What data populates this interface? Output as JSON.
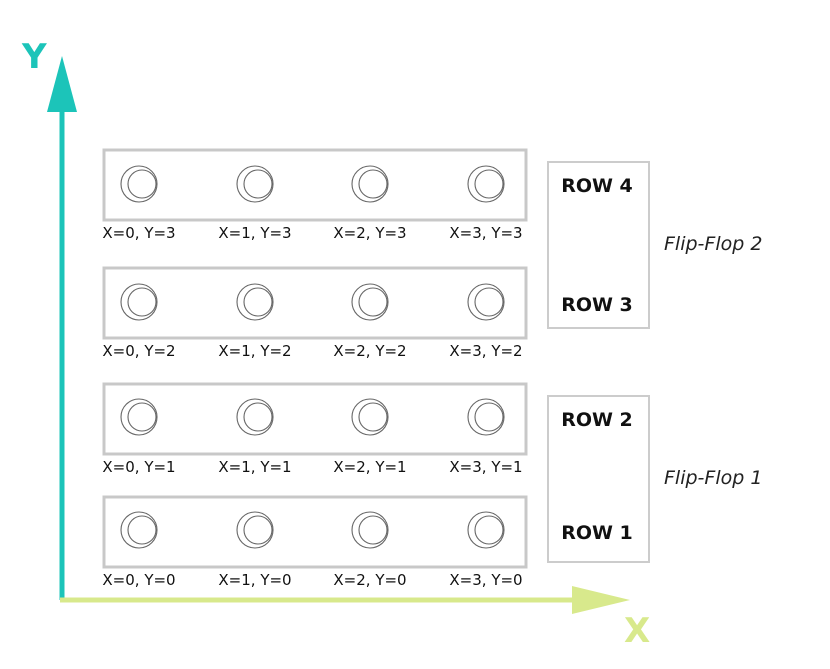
{
  "axes": {
    "x_label": "X",
    "y_label": "Y",
    "x_color": "#d8e98c",
    "y_color": "#1cc4b9"
  },
  "rows": [
    {
      "label": "ROW 4",
      "cells": [
        "X=0, Y=3",
        "X=1, Y=3",
        "X=2, Y=3",
        "X=3, Y=3"
      ]
    },
    {
      "label": "ROW 3",
      "cells": [
        "X=0, Y=2",
        "X=1, Y=2",
        "X=2, Y=2",
        "X=3, Y=2"
      ]
    },
    {
      "label": "ROW 2",
      "cells": [
        "X=0, Y=1",
        "X=1, Y=1",
        "X=2, Y=1",
        "X=3, Y=1"
      ]
    },
    {
      "label": "ROW 1",
      "cells": [
        "X=0, Y=0",
        "X=1, Y=0",
        "X=2, Y=0",
        "X=3, Y=0"
      ]
    }
  ],
  "flip_flops": [
    {
      "label": "Flip-Flop 2"
    },
    {
      "label": "Flip-Flop 1"
    }
  ]
}
